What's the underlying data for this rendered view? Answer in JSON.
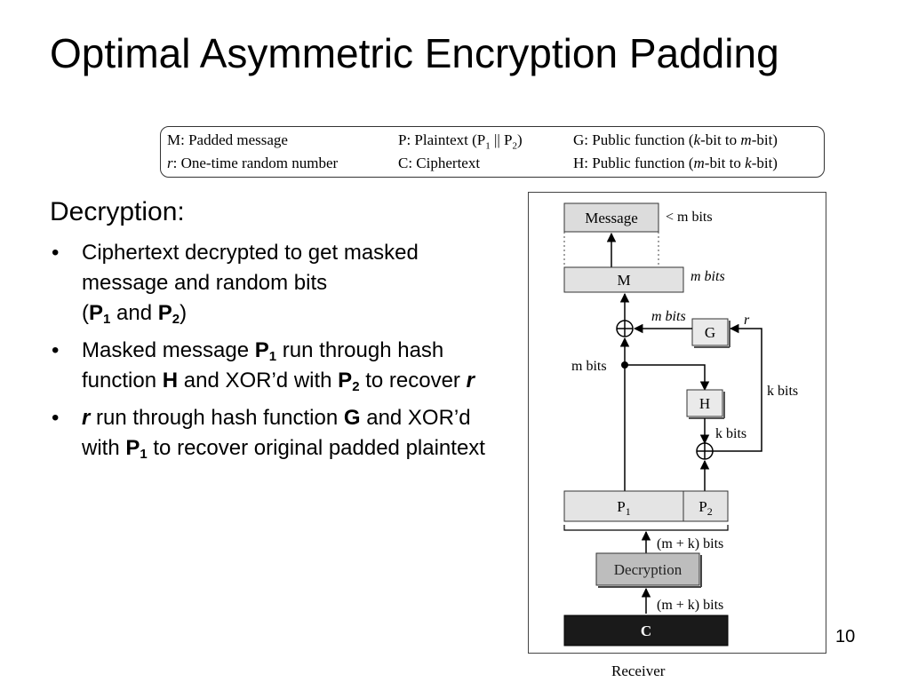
{
  "title": "Optimal Asymmetric Encryption Padding",
  "legend": {
    "m_desc": "M: Padded message",
    "r_desc": ": One-time random number",
    "r_sym": "r",
    "p_desc_a": "P: Plaintext (P",
    "p_sub1": "1",
    "p_desc_b": " || P",
    "p_sub2": "2",
    "p_desc_c": ")",
    "c_desc": "C: Ciphertext",
    "g_desc_a": "G: Public function (",
    "g_k": "k",
    "g_desc_b": "-bit to ",
    "g_m": "m",
    "g_desc_c": "-bit)",
    "h_desc_a": "H: Public function (",
    "h_m": "m",
    "h_desc_b": "-bit to ",
    "h_k": "k",
    "h_desc_c": "-bit)"
  },
  "section_heading": "Decryption:",
  "bullet_marker": "•",
  "bullets": {
    "b1": {
      "t1": "Ciphertext decrypted to get masked message and random bits",
      "t2": "(",
      "p1": "P",
      "s1": "1",
      "t3": " and ",
      "p2": "P",
      "s2": "2",
      "t4": ")"
    },
    "b2": {
      "t1": "Masked message ",
      "p1": "P",
      "s1": "1",
      "t2": " run through hash function ",
      "h": "H",
      "t3": " and XOR’d with ",
      "p2": "P",
      "s2": "2",
      "t4": " to recover ",
      "r": "r"
    },
    "b3": {
      "r": "r",
      "t1": " run through hash function ",
      "g": "G",
      "t2": " and XOR’d with ",
      "p1": "P",
      "s1": "1",
      "t3": " to recover original padded plaintext"
    }
  },
  "diagram": {
    "message_box": "Message",
    "message_bits": "< m bits",
    "m_box": "M",
    "m_bits": "m bits",
    "xor_top_label": "m bits",
    "g_box": "G",
    "r_label": "r",
    "left_m_bits": "m bits",
    "k_bits_right": "k bits",
    "h_box": "H",
    "k_bits_lower": "k bits",
    "p1_box": "P",
    "p1_sub": "1",
    "p2_box": "P",
    "p2_sub": "2",
    "mk_bits_upper": "(m + k) bits",
    "decryption_box": "Decryption",
    "mk_bits_lower": "(m + k) bits",
    "c_box": "C",
    "xor_symbol": "⊕"
  },
  "receiver_caption": "Receiver",
  "page_number": "10"
}
